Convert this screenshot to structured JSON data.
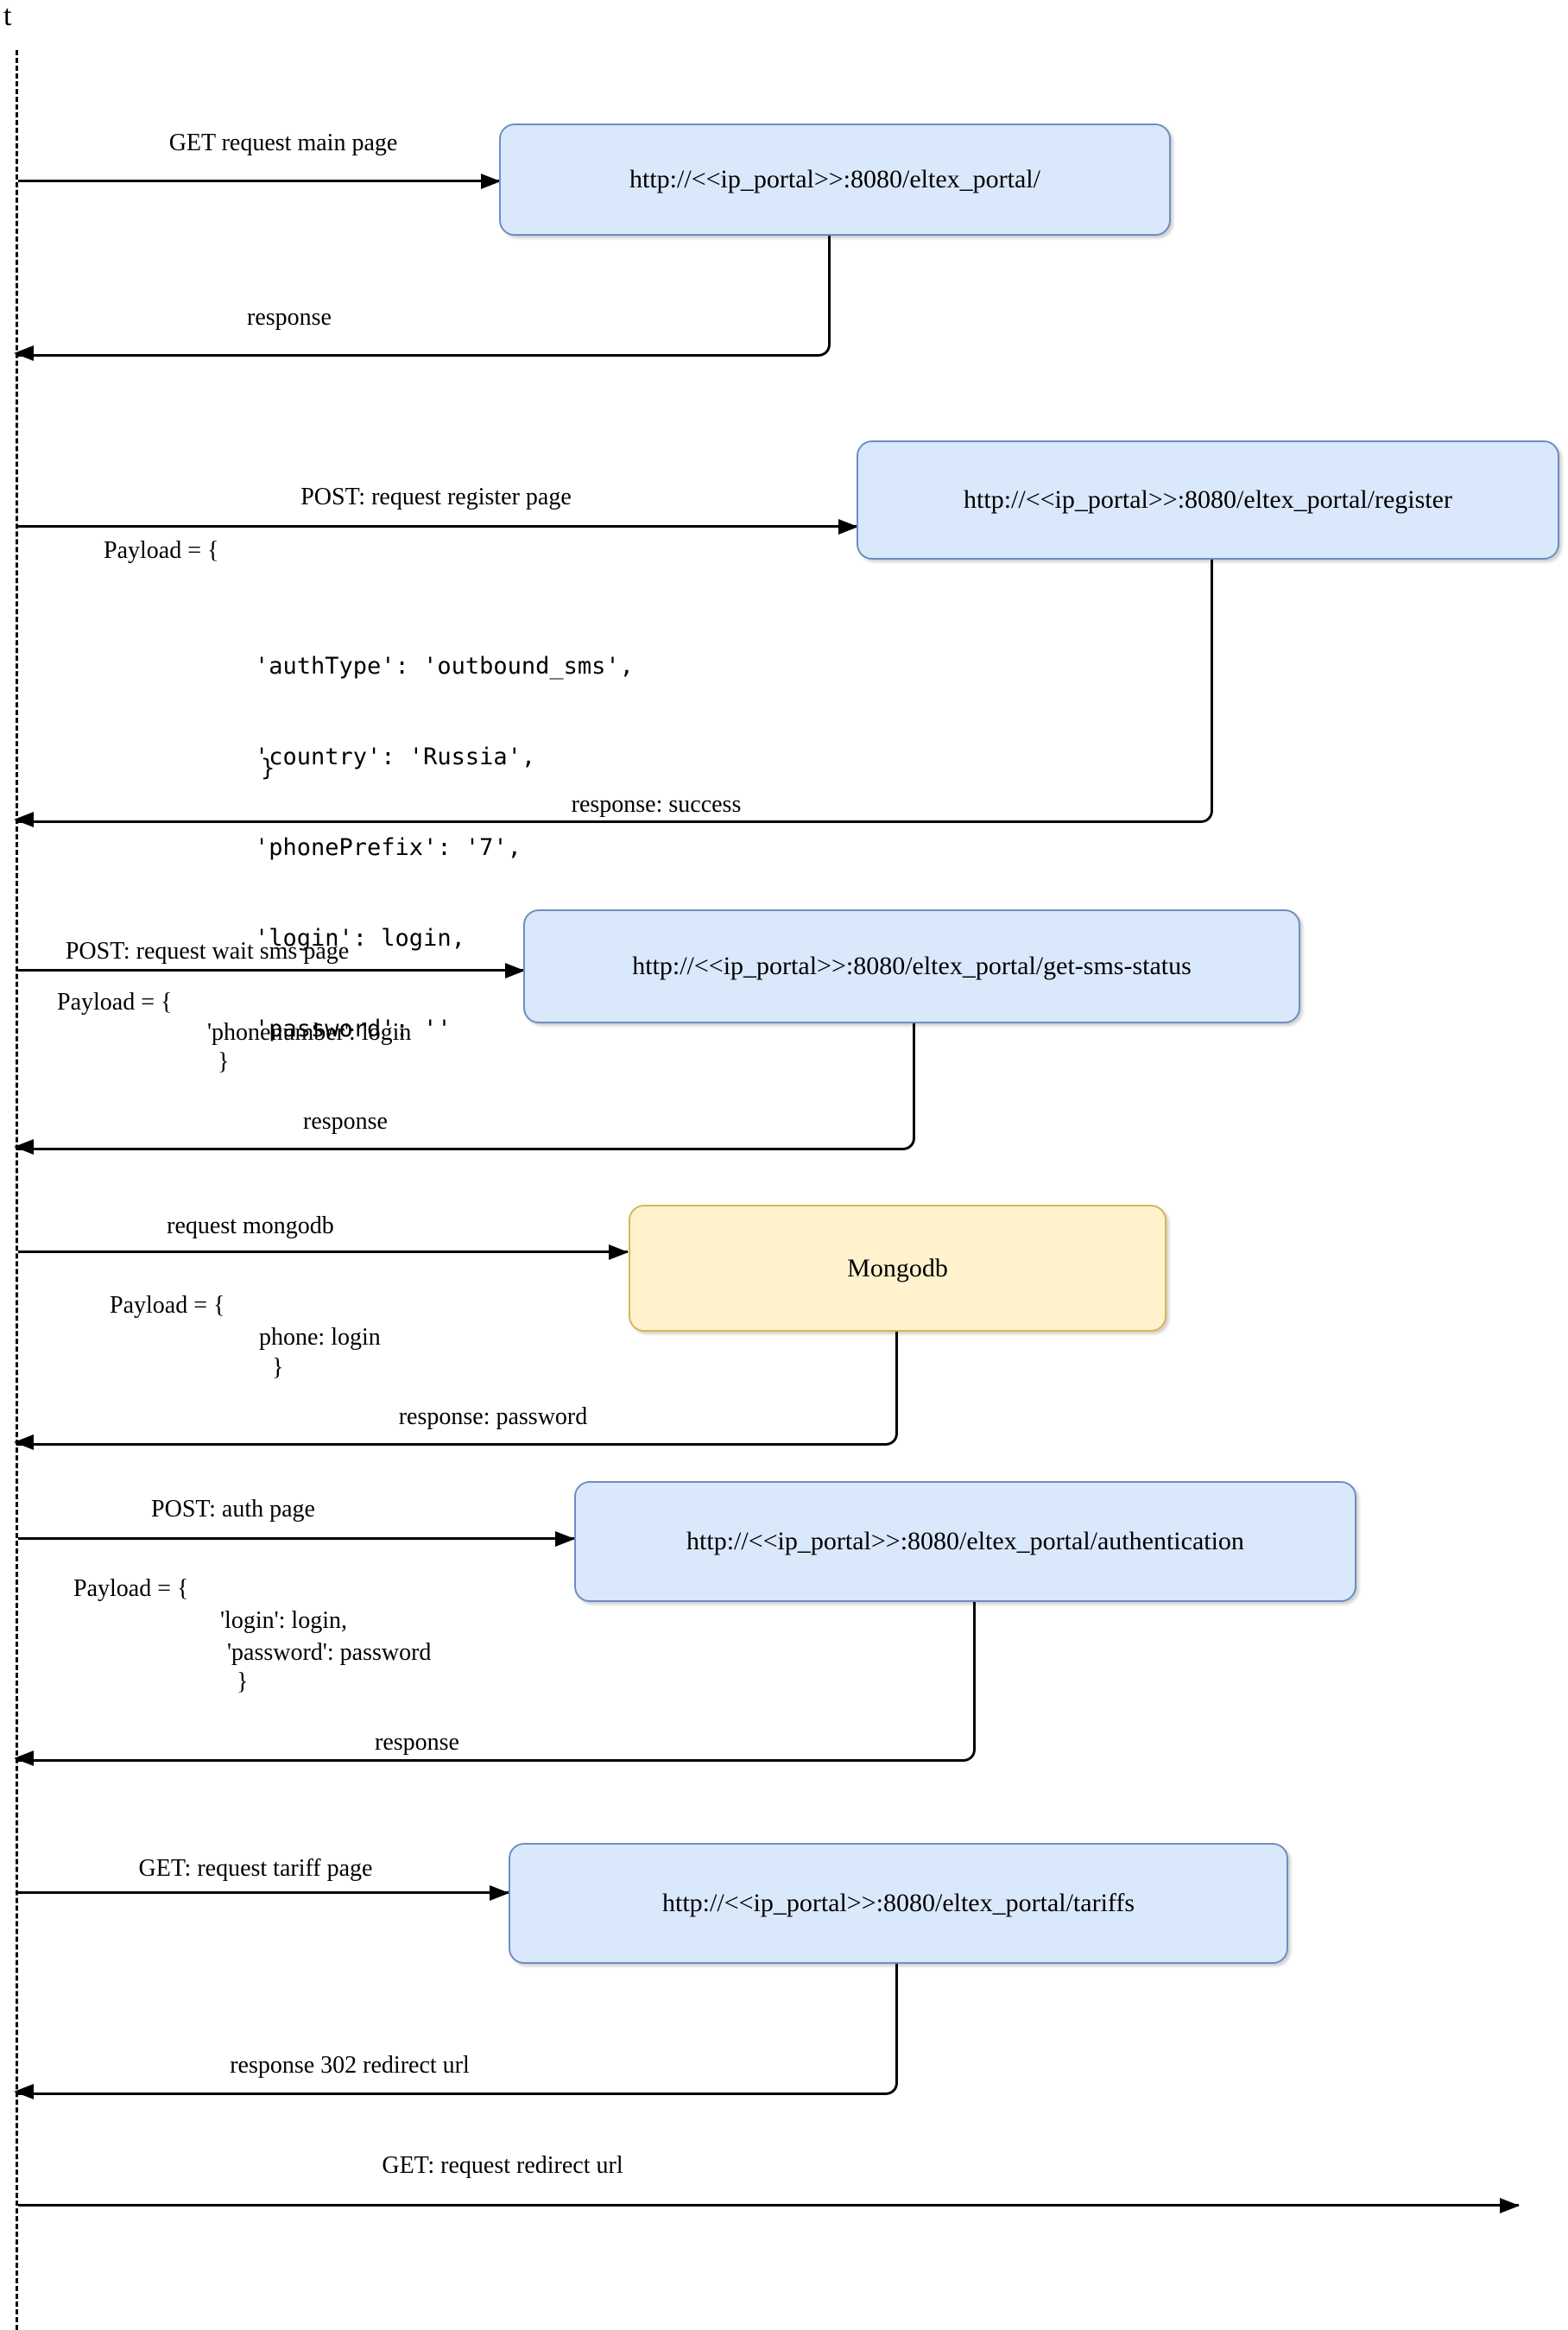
{
  "diagram": {
    "time_axis_label": "t",
    "colors": {
      "endpoint_fill": "#dae8fc",
      "endpoint_border": "#6c8ebf",
      "database_fill": "#fff2cc",
      "database_border": "#d6b656"
    },
    "steps": [
      {
        "request_label": "GET request main page",
        "target": "http://<<ip_portal>>:8080/eltex_portal/",
        "response_label": "response"
      },
      {
        "request_label": "POST: request register page",
        "payload_open": "Payload = {",
        "payload_lines": [
          "'authType': 'outbound_sms',",
          "'country': 'Russia',",
          "'phonePrefix': '7',",
          "'login': login,",
          "'password': ''"
        ],
        "payload_close": "}",
        "target": "http://<<ip_portal>>:8080/eltex_portal/register",
        "response_label": "response: success"
      },
      {
        "request_label": "POST: request wait sms page",
        "payload_open": "Payload = {",
        "payload_lines": [
          "'phonenumber': login"
        ],
        "payload_close": "}",
        "target": "http://<<ip_portal>>:8080/eltex_portal/get-sms-status",
        "response_label": "response"
      },
      {
        "request_label": "request mongodb",
        "payload_open": "Payload = {",
        "payload_lines": [
          "phone: login"
        ],
        "payload_close": "}",
        "target": "Mongodb",
        "response_label": "response: password"
      },
      {
        "request_label": "POST: auth page",
        "payload_open": "Payload = {",
        "payload_lines": [
          "'login': login,",
          "'password': password"
        ],
        "payload_close": "}",
        "target": "http://<<ip_portal>>:8080/eltex_portal/authentication",
        "response_label": "response"
      },
      {
        "request_label": "GET: request tariff page",
        "target": "http://<<ip_portal>>:8080/eltex_portal/tariffs",
        "response_label": "response 302 redirect url"
      },
      {
        "request_label": "GET: request redirect url"
      }
    ]
  }
}
